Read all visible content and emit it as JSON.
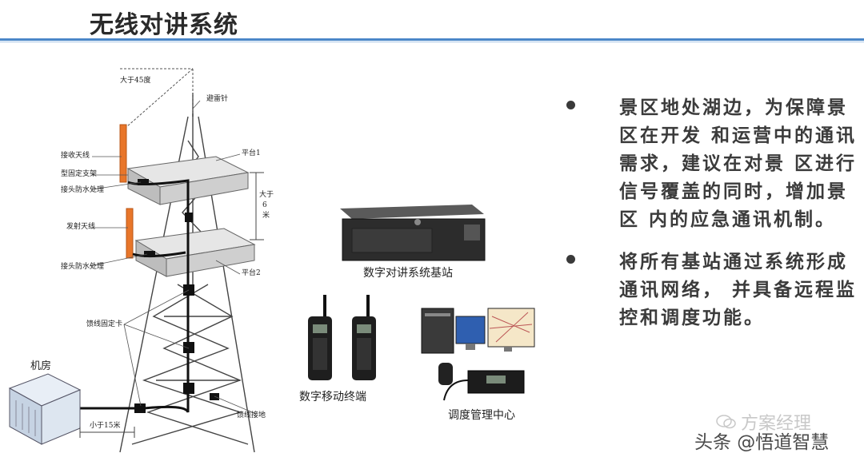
{
  "title": "无线对讲系统",
  "diagram": {
    "angle_label": "大于45度",
    "lightning_rod": "避雷针",
    "rx_antenna": "接收天线",
    "bracket": "型固定支架",
    "joint_waterproof_1": "接头防水处理",
    "platform1": "平台1",
    "height_gap_1": "大于",
    "height_gap_2": "6",
    "height_gap_3": "米",
    "tx_antenna": "发射天线",
    "joint_waterproof_2": "接头防水处理",
    "platform2": "平台2",
    "feeder_clamp": "馈线固定卡",
    "machine_room": "机房",
    "distance_label": "小于15米",
    "feeder_ground": "馈线接地",
    "base_station": "数字对讲系统基站",
    "mobile_terminal": "数字移动终端",
    "dispatch_center": "调度管理中心"
  },
  "bullets": [
    "景区地处湖边，为保障景区在开发 和运营中的通讯需求，建议在对景 区进行信号覆盖的同时，增加景区 内的应急通讯机制。",
    "将所有基站通过系统形成通讯网络， 并具备远程监控和调度功能。"
  ],
  "watermark": {
    "account": "方案经理",
    "source": "头条 @悟道智慧"
  }
}
